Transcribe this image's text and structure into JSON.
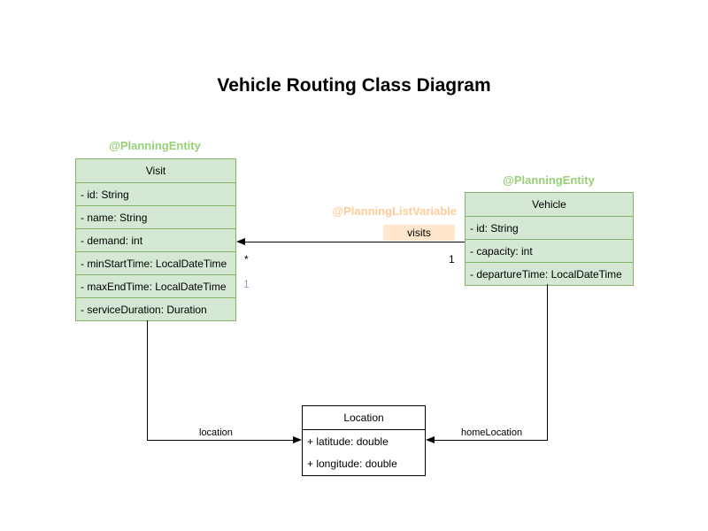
{
  "title": "Vehicle Routing Class Diagram",
  "colors": {
    "class_fill_green": "#d5e8d4",
    "class_border_green": "#82b366",
    "annotation_green": "#97d077",
    "annotation_orange": "#ffcc99",
    "edge_label_fill_orange": "#ffe6cc",
    "extra_multiplicity_purple": "#b190be",
    "location_fill": "#ffffff",
    "location_border": "#000000",
    "edge_color": "#000000"
  },
  "classes": {
    "visit": {
      "annotation": "@PlanningEntity",
      "name": "Visit",
      "attributes": [
        "- id: String",
        "- name: String",
        "- demand: int",
        "- minStartTime: LocalDateTime",
        "- maxEndTime: LocalDateTime",
        "- serviceDuration: Duration"
      ]
    },
    "vehicle": {
      "annotation": "@PlanningEntity",
      "name": "Vehicle",
      "attributes": [
        "- id: String",
        "- capacity: int",
        "- departureTime: LocalDateTime"
      ]
    },
    "location": {
      "name": "Location",
      "attributes": [
        "+ latitude: double",
        "+ longitude: double"
      ]
    }
  },
  "edges": {
    "visits": {
      "annotation": "@PlanningListVariable",
      "label": "visits",
      "multiplicity_visit_end": "*",
      "multiplicity_vehicle_end": "1",
      "extra_label": "1"
    },
    "location": {
      "label": "location"
    },
    "homeLocation": {
      "label": "homeLocation"
    }
  }
}
